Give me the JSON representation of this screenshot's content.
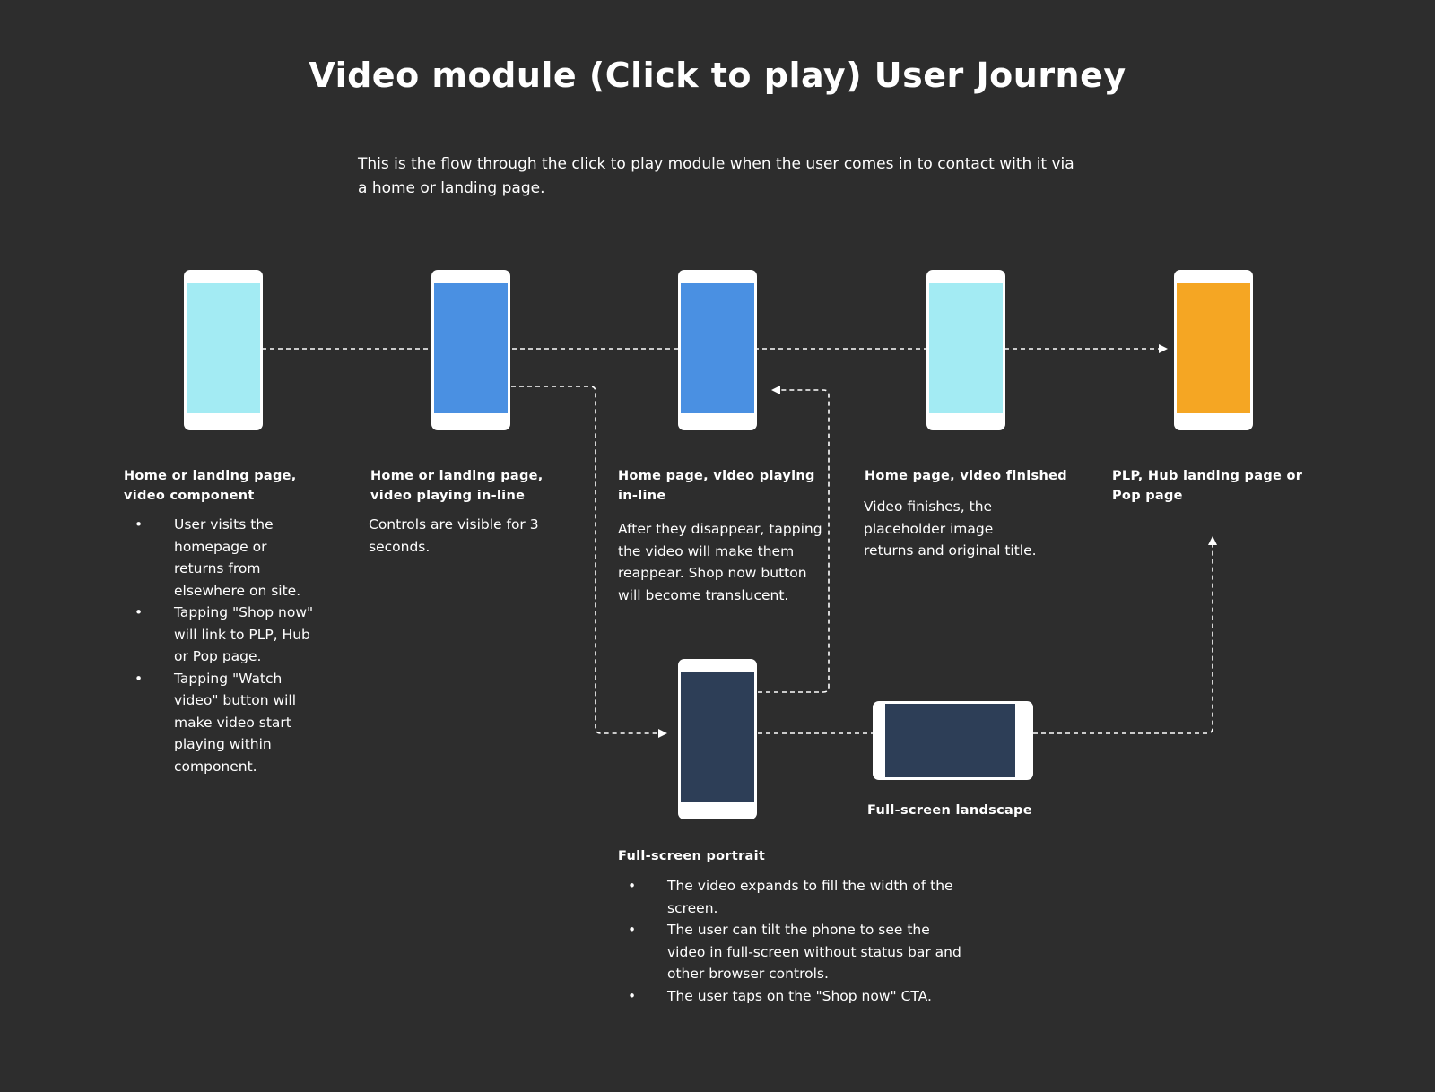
{
  "title": "Video module (Click to play) User Journey",
  "intro": "This is the flow through the click to play module when the user comes in to contact with it via a home or landing page.",
  "colors": {
    "background": "#2d2d2d",
    "phone_frame": "#ffffff",
    "screen_light_blue": "#a3ebf3",
    "screen_blue": "#4a90e2",
    "screen_orange": "#f5a623",
    "screen_dark": "#2d3e57",
    "connector": "#ffffff"
  },
  "steps": [
    {
      "label": "Home or landing page, video component",
      "bullets": [
        "User visits the homepage or returns from elsewhere on site.",
        "Tapping \"Shop now\" will link to PLP, Hub or Pop page.",
        "Tapping \"Watch video\" button will make video start playing within component."
      ]
    },
    {
      "label": "Home or landing page, video playing in-line",
      "text": "Controls are visible for 3 seconds."
    },
    {
      "label": "Home page, video playing in-line",
      "text": "After they disappear, tapping the video will make them reappear. Shop now button will become translucent."
    },
    {
      "label": "Home page, video finished",
      "text": "Video finishes, the placeholder image returns and original title."
    },
    {
      "label": "PLP, Hub landing page or Pop page"
    },
    {
      "label": "Full-screen portrait",
      "bullets": [
        "The video expands to fill the width of the screen.",
        "The user can tilt the phone to see the video in full-screen without status bar and other browser controls.",
        "The user taps on the \"Shop now\" CTA."
      ]
    },
    {
      "label": "Full-screen landscape"
    }
  ]
}
